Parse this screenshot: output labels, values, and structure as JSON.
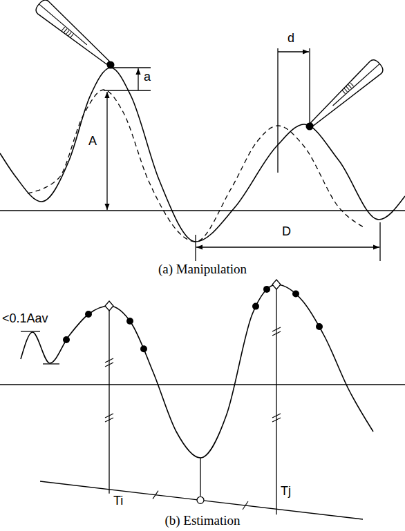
{
  "diagram": {
    "labels": [
      "a",
      "A",
      "d",
      "D",
      "(a) Manipulation",
      "<0.1Aav",
      "Ti",
      "Tj",
      "(b) Estimation"
    ]
  }
}
